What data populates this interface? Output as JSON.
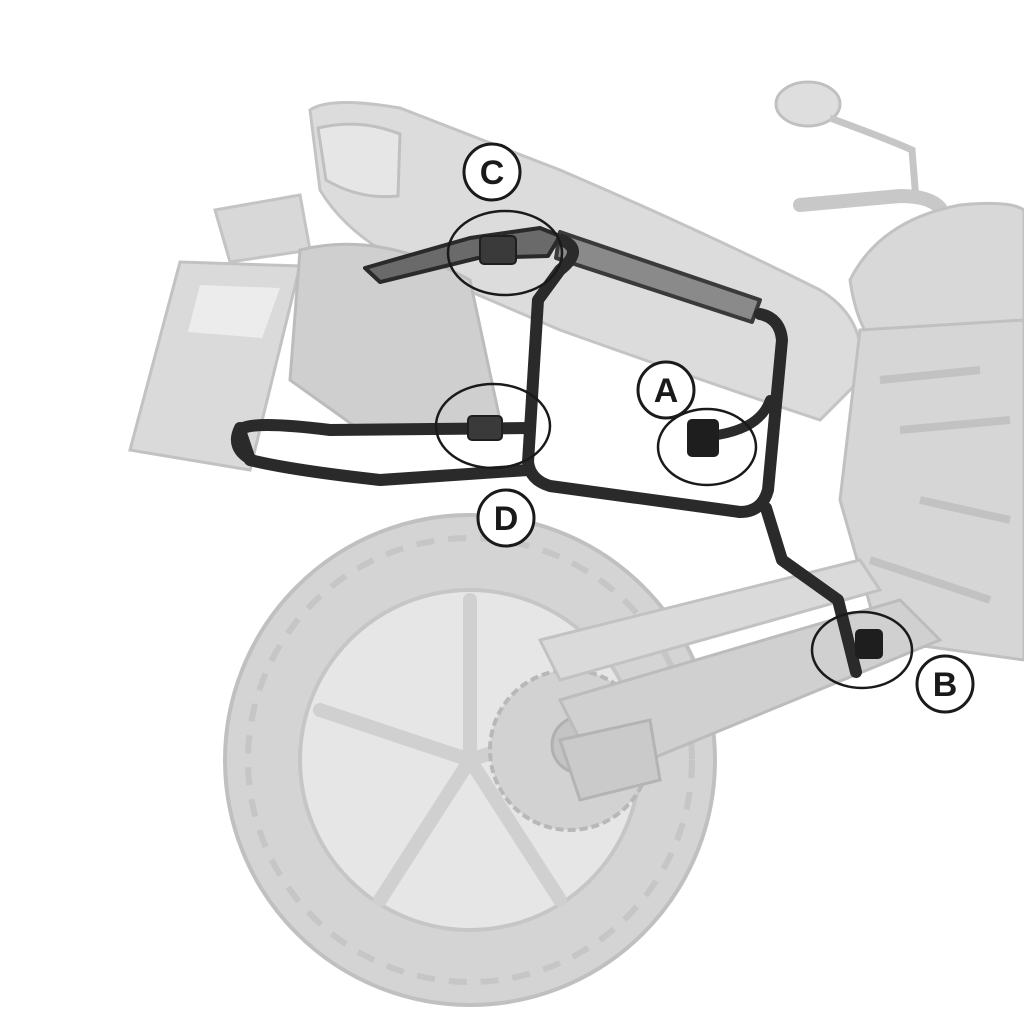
{
  "diagram": {
    "callouts": [
      {
        "id": "A",
        "label": "A"
      },
      {
        "id": "B",
        "label": "B"
      },
      {
        "id": "C",
        "label": "C"
      },
      {
        "id": "D",
        "label": "D"
      }
    ],
    "colors": {
      "background": "#ffffff",
      "motorcycle_fill": "#dedede",
      "motorcycle_shade": "#c6c6c6",
      "motorcycle_dark": "#b0b0b0",
      "rack": "#2a2a2a",
      "callout_stroke": "#1a1a1a",
      "callout_fill": "#ffffff"
    }
  }
}
